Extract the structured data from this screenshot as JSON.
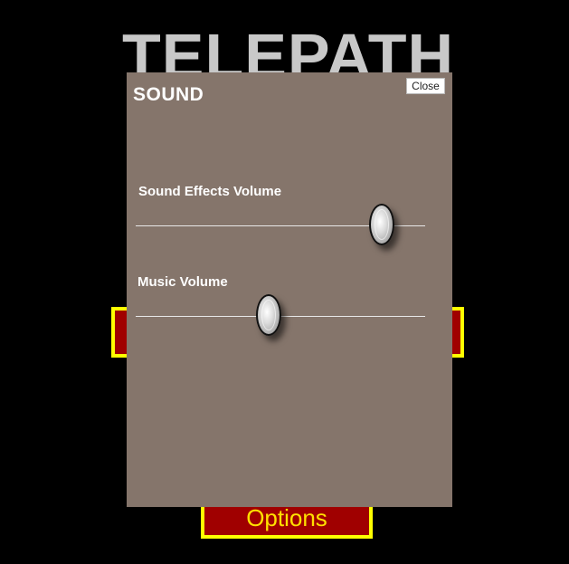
{
  "background": {
    "title": "TELEPATH",
    "title_color": "#c8c8c8",
    "options_label": "Options",
    "button_fill": "#a00000",
    "button_border": "#ffff00",
    "button_text": "#ffe000"
  },
  "sound_dialog": {
    "title": "SOUND",
    "close_label": "Close",
    "panel_color": "#85756b",
    "sfx": {
      "label": "Sound Effects Volume",
      "value_percent": 85
    },
    "music": {
      "label": "Music Volume",
      "value_percent": 46
    }
  }
}
